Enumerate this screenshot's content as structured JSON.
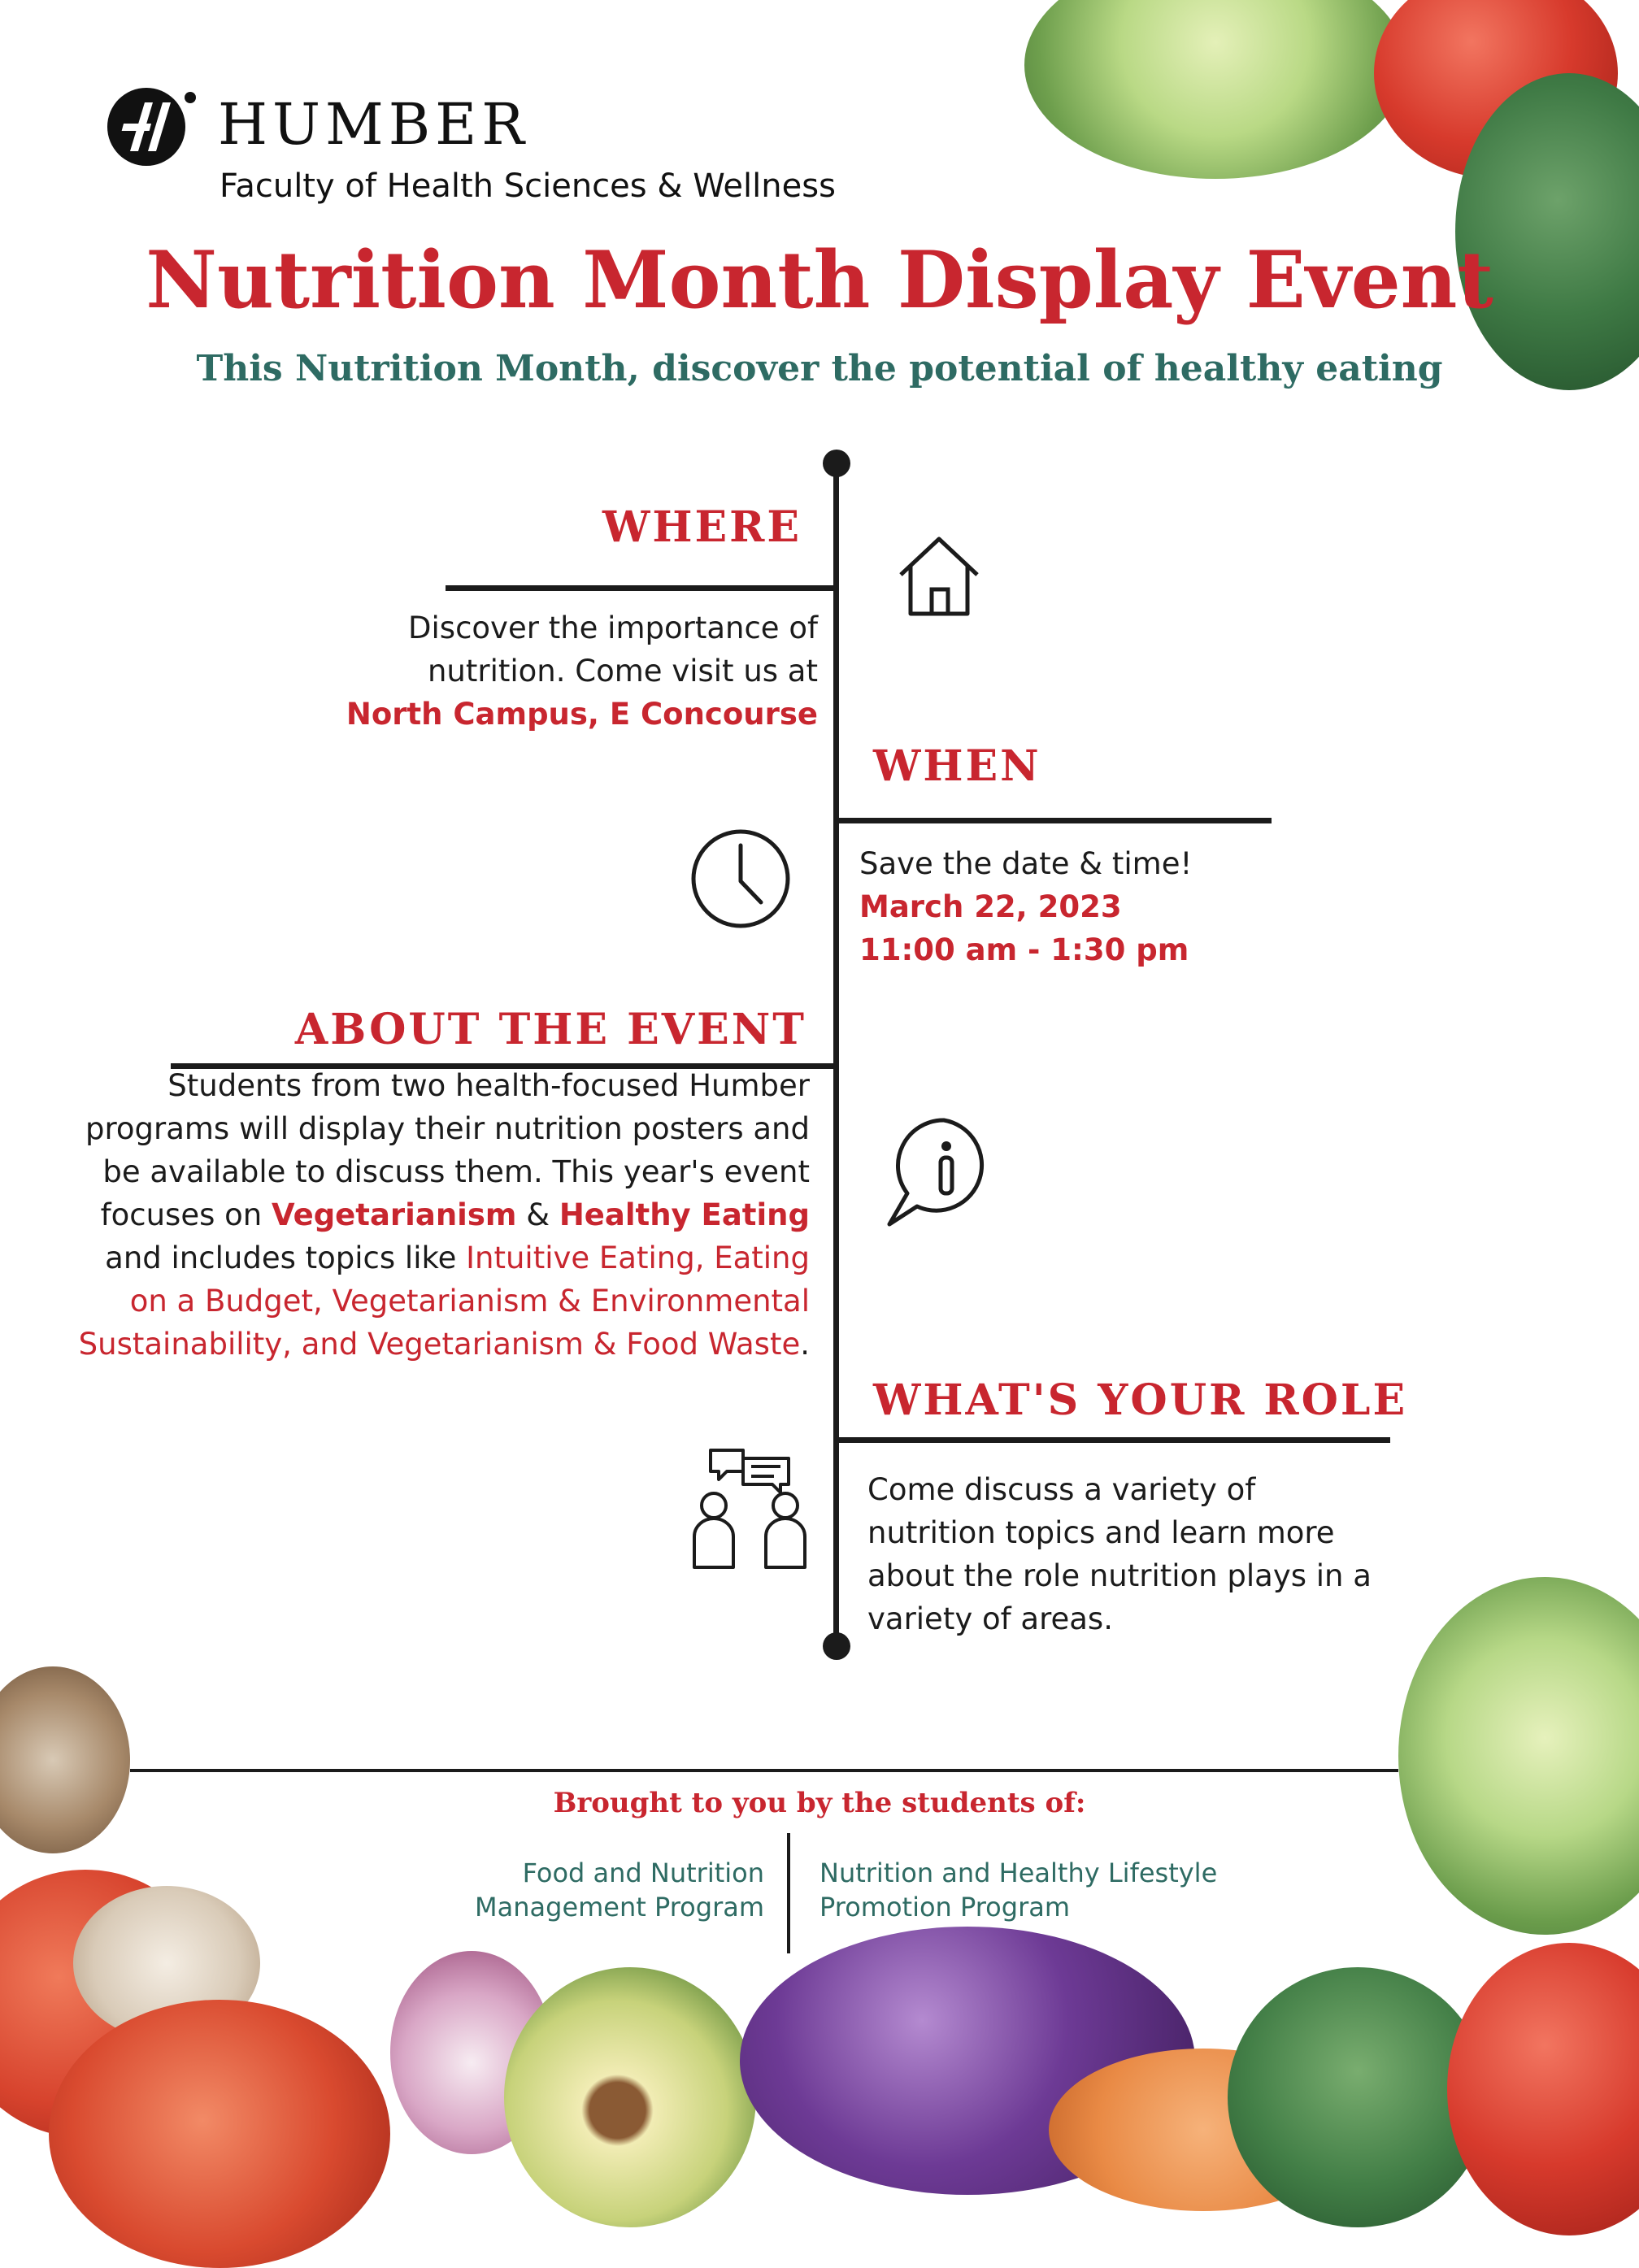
{
  "header": {
    "brand": "HUMBER",
    "faculty": "Faculty of Health Sciences & Wellness",
    "title": "Nutrition Month Display Event",
    "subtitle": "This Nutrition Month, discover the potential of healthy eating"
  },
  "where": {
    "heading": "WHERE",
    "line1": "Discover the importance of",
    "line2": "nutrition. Come visit us at",
    "location": "North Campus, E Concourse"
  },
  "when": {
    "heading": "WHEN",
    "line1": "Save the date & time!",
    "date": "March 22, 2023",
    "time": "11:00 am - 1:30 pm"
  },
  "about": {
    "heading": "ABOUT THE EVENT",
    "l1": "Students from two health-focused Humber",
    "l2": "programs will display their nutrition posters and",
    "l3": "be available to discuss them. This year's event",
    "l4_a": "focuses on ",
    "l4_b": "Vegetarianism",
    "l4_c": " & ",
    "l4_d": "Healthy Eating",
    "l5_a": "and  includes topics like ",
    "l5_b": "Intuitive Eating, Eating",
    "l6": "on a Budget, Vegetarianism & Environmental",
    "l7_a": "Sustainability, and Vegetarianism & Food Waste",
    "l7_b": "."
  },
  "role": {
    "heading": "WHAT'S YOUR ROLE",
    "l1": "Come discuss a variety of",
    "l2": "nutrition topics and learn more",
    "l3": "about the role nutrition plays in a",
    "l4": "variety of areas."
  },
  "footer": {
    "brought": "Brought to you by the students of:",
    "program1_l1": "Food and Nutrition",
    "program1_l2": "Management Program",
    "program2_l1": "Nutrition and Healthy Lifestyle",
    "program2_l2": "Promotion Program"
  },
  "colors": {
    "accent_red": "#c8262f",
    "accent_teal": "#2e6b63",
    "text": "#1b1b1b"
  },
  "icons": [
    "house-icon",
    "clock-icon",
    "info-bubble-icon",
    "discussion-people-icon"
  ]
}
